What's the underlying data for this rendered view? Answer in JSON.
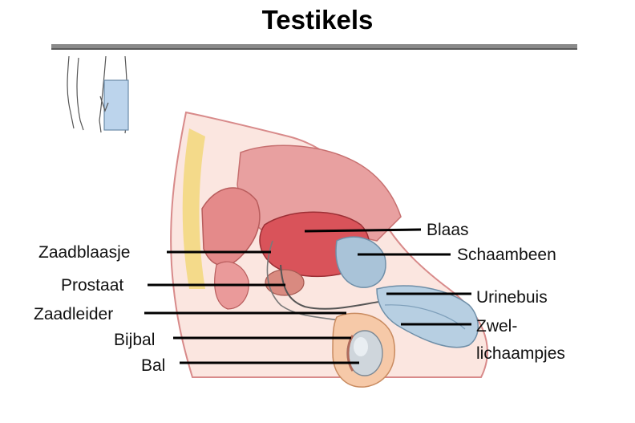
{
  "title": "Testikels",
  "labels_left": {
    "zaadblaasje": "Zaadblaasje",
    "prostaat": "Prostaat",
    "zaadleider": "Zaadleider",
    "bijbal": "Bijbal",
    "bal": "Bal"
  },
  "labels_right": {
    "blaas": "Blaas",
    "schaambeen": "Schaambeen",
    "urinebuis": "Urinebuis",
    "zwellichaampjes_line1": "Zwel-",
    "zwellichaampjes_line2": "lichaampjes"
  },
  "colors": {
    "tissue_pink": "#e8a0a0",
    "bladder_red": "#d9535a",
    "bone_blue": "#a9c3d8",
    "fat_yellow": "#f2d77a",
    "leader_line": "#000000",
    "title_rule": "#8a8a8a"
  }
}
